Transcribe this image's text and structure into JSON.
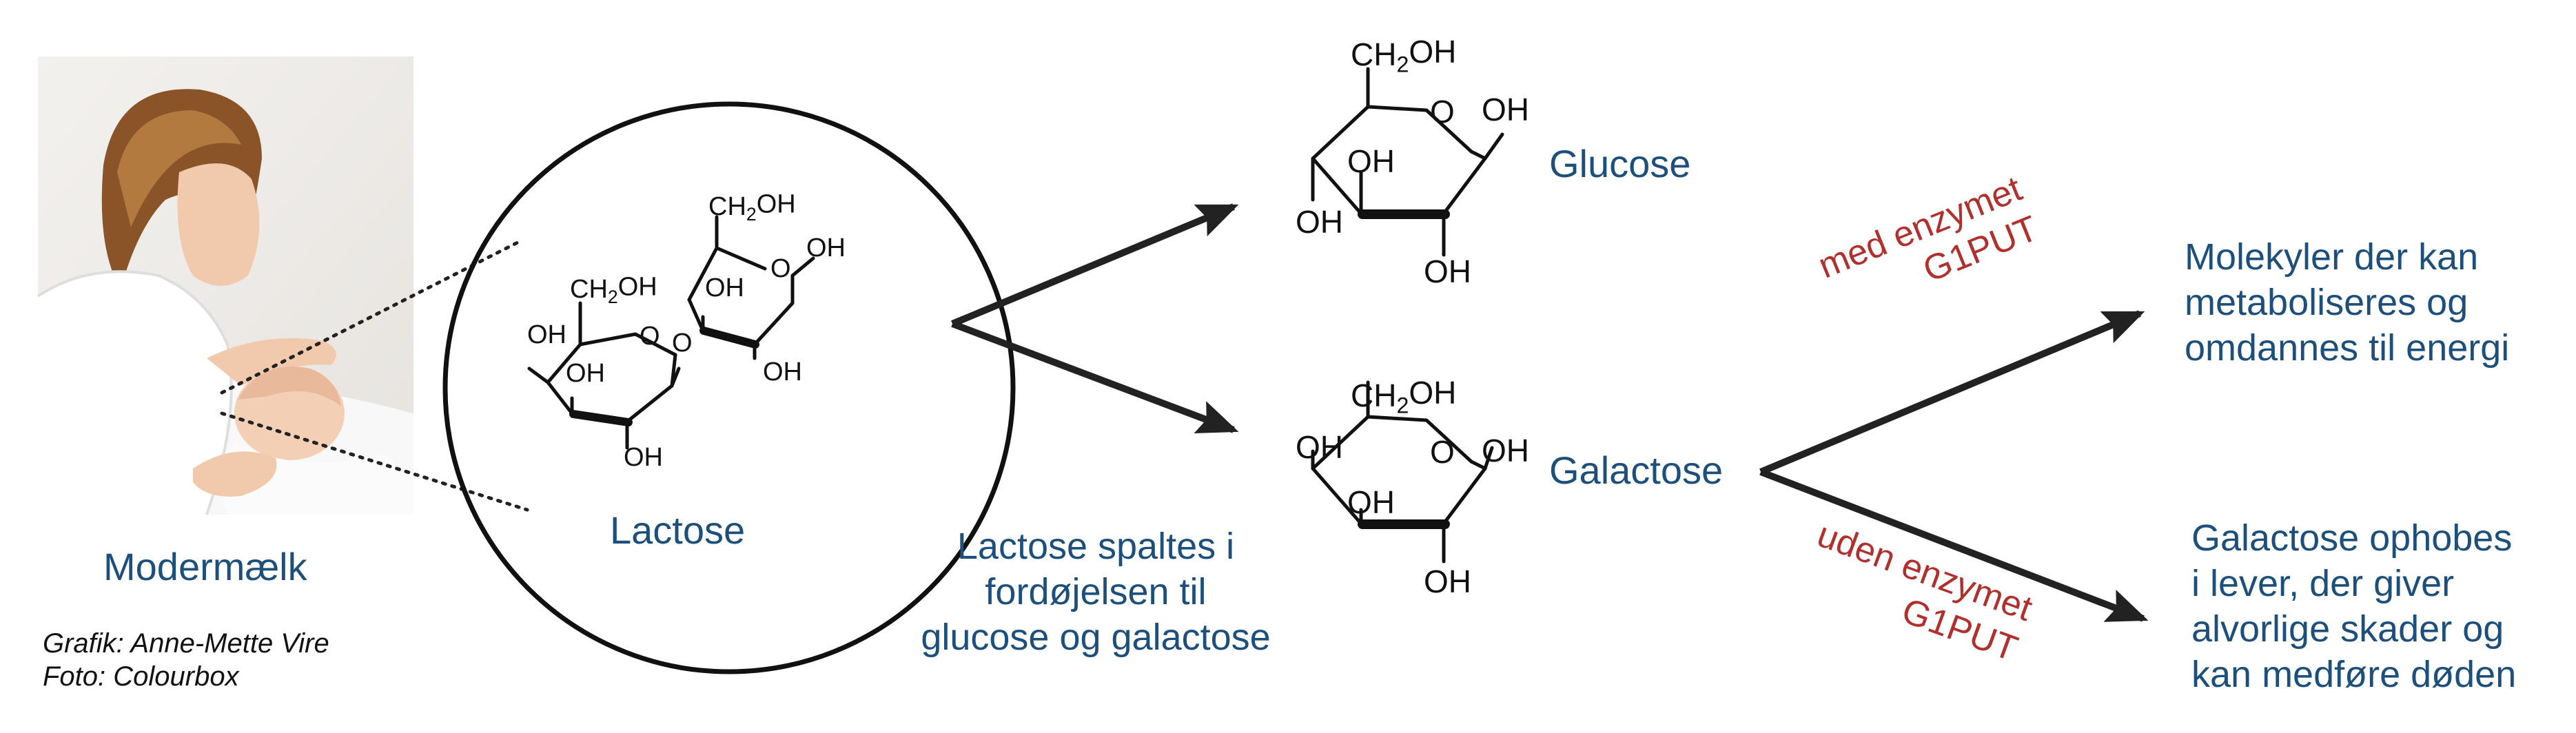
{
  "colors": {
    "label_blue": "#1d4f7c",
    "label_red": "#b0302d",
    "arrow": "#222222"
  },
  "photo": {
    "label": "Modermælk"
  },
  "lactose": {
    "label": "Lactose",
    "groups": {
      "ch2oh_1": "CH2OH",
      "ch2oh_2": "CH2OH",
      "oh": "OH",
      "o": "O"
    }
  },
  "split_text": [
    "Lactose spaltes i",
    "fordøjelsen til",
    "glucose og galactose"
  ],
  "glucose": {
    "label": "Glucose",
    "ch2oh": "CH2OH",
    "oh": "OH",
    "o": "O"
  },
  "galactose": {
    "label": "Galactose",
    "ch2oh": "CH2OH",
    "oh": "OH",
    "o": "O"
  },
  "with_enzyme": [
    "med enzymet",
    "G1PUT"
  ],
  "without_enzyme": [
    "uden enzymet",
    "G1PUT"
  ],
  "outcome_good": [
    "Molekyler der kan",
    "metaboliseres og",
    "omdannes til energi"
  ],
  "outcome_bad": [
    "Galactose ophobes",
    "i lever, der giver",
    "alvorlige skader og",
    "kan medføre døden"
  ],
  "credits": {
    "graphic": "Grafik: Anne-Mette Vire",
    "photo": "Foto: Colourbox"
  }
}
